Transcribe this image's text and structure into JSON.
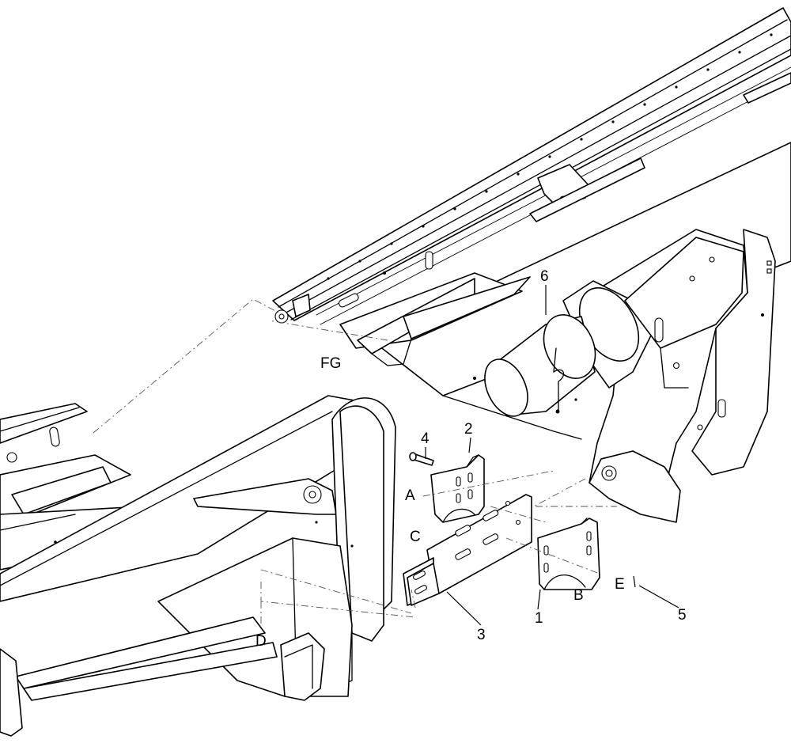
{
  "callouts": {
    "part_1": "1",
    "part_2": "2",
    "part_3": "3",
    "part_4": "4",
    "part_5": "5",
    "part_6": "6",
    "ref_A": "A",
    "ref_B": "B",
    "ref_C": "C",
    "ref_D": "D",
    "ref_E": "E",
    "ref_FG": "FG"
  }
}
